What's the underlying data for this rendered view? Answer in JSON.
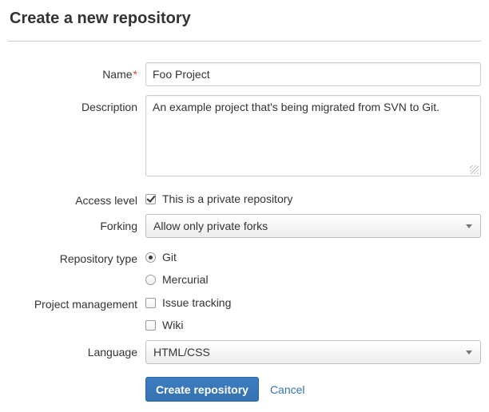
{
  "page": {
    "title": "Create a new repository"
  },
  "form": {
    "name": {
      "label": "Name",
      "required_marker": "*",
      "value": "Foo Project"
    },
    "description": {
      "label": "Description",
      "value": "An example project that's being migrated from SVN to Git."
    },
    "access_level": {
      "label": "Access level",
      "checkbox_label": "This is a private repository",
      "checked": true
    },
    "forking": {
      "label": "Forking",
      "selected": "Allow only private forks"
    },
    "repository_type": {
      "label": "Repository type",
      "options": [
        {
          "label": "Git",
          "selected": true
        },
        {
          "label": "Mercurial",
          "selected": false
        }
      ]
    },
    "project_management": {
      "label": "Project management",
      "options": [
        {
          "label": "Issue tracking",
          "checked": false
        },
        {
          "label": "Wiki",
          "checked": false
        }
      ]
    },
    "language": {
      "label": "Language",
      "selected": "HTML/CSS"
    },
    "buttons": {
      "submit": "Create repository",
      "cancel": "Cancel"
    }
  },
  "colors": {
    "accent": "#3572b0",
    "required_asterisk": "#d04437",
    "border": "#cccccc"
  }
}
